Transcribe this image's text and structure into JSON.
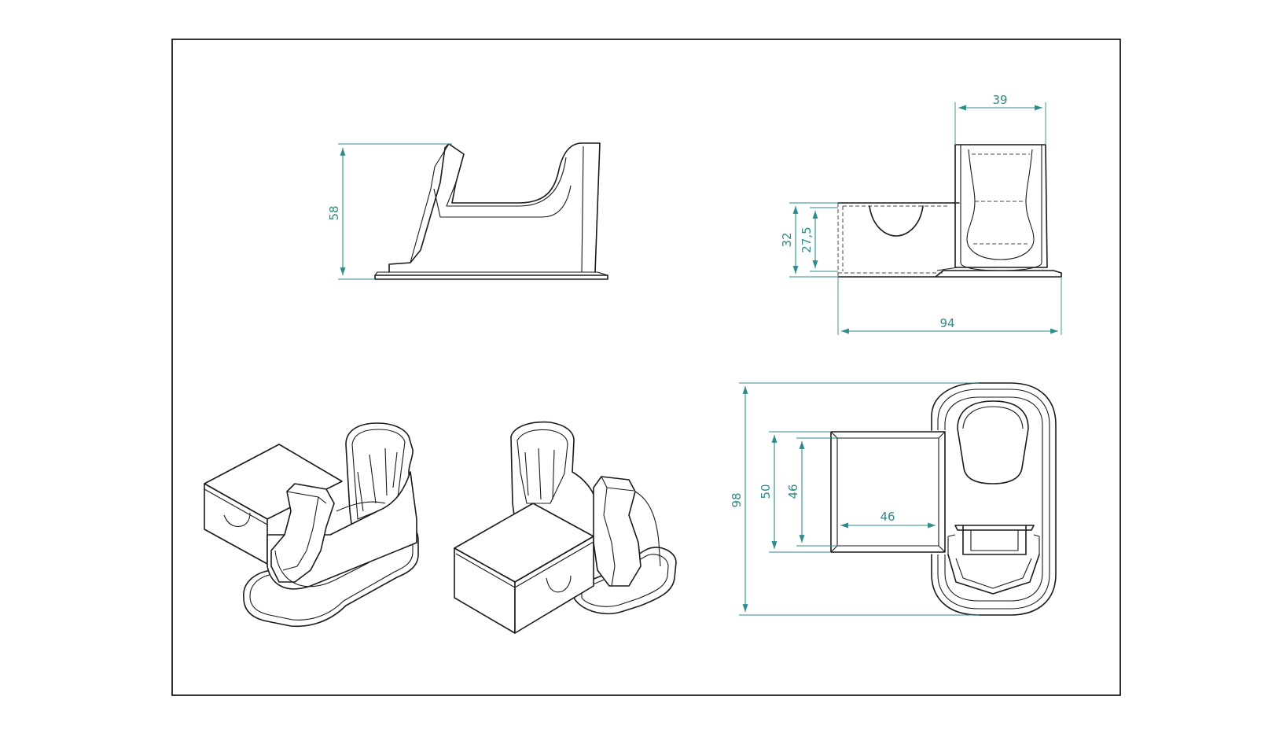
{
  "colors": {
    "dimension": "#2e8b8b",
    "line": "#1a1a1a",
    "background": "#ffffff"
  },
  "dimensions": {
    "side_height": "58",
    "front_width_top": "39",
    "front_height_outer": "32",
    "front_height_inner": "27,5",
    "front_width_total": "94",
    "top_depth_total": "98",
    "top_box_outer": "50",
    "top_box_inner": "46",
    "top_box_width": "46"
  }
}
